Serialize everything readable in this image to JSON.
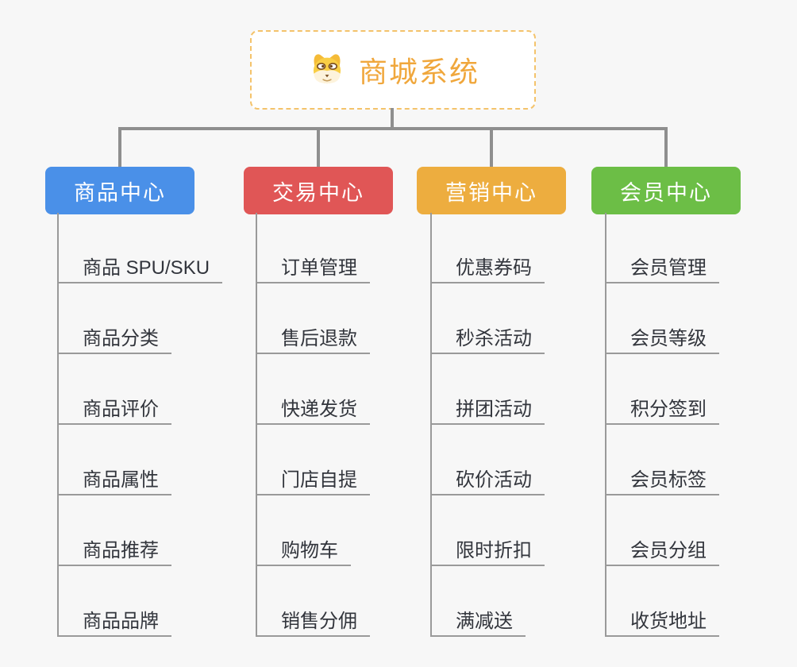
{
  "canvas": {
    "background": "#f7f7f7",
    "connector_color": "#8f8f8f",
    "leaf_underline_color": "#9a9a9a",
    "leaf_text_color": "#32353c"
  },
  "root": {
    "label": "商城系统",
    "icon": "doge-face-icon",
    "text_color": "#f0a73c",
    "border_color": "#f4c36b",
    "background": "#ffffff"
  },
  "branches": [
    {
      "label": "商品中心",
      "color": "#4a90e8",
      "children": [
        "商品 SPU/SKU",
        "商品分类",
        "商品评价",
        "商品属性",
        "商品推荐",
        "商品品牌"
      ]
    },
    {
      "label": "交易中心",
      "color": "#e05656",
      "children": [
        "订单管理",
        "售后退款",
        "快递发货",
        "门店自提",
        "购物车",
        "销售分佣"
      ]
    },
    {
      "label": "营销中心",
      "color": "#edad3f",
      "children": [
        "优惠券码",
        "秒杀活动",
        "拼团活动",
        "砍价活动",
        "限时折扣",
        "满减送"
      ]
    },
    {
      "label": "会员中心",
      "color": "#6cbe46",
      "children": [
        "会员管理",
        "会员等级",
        "积分签到",
        "会员标签",
        "会员分组",
        "收货地址"
      ]
    }
  ]
}
